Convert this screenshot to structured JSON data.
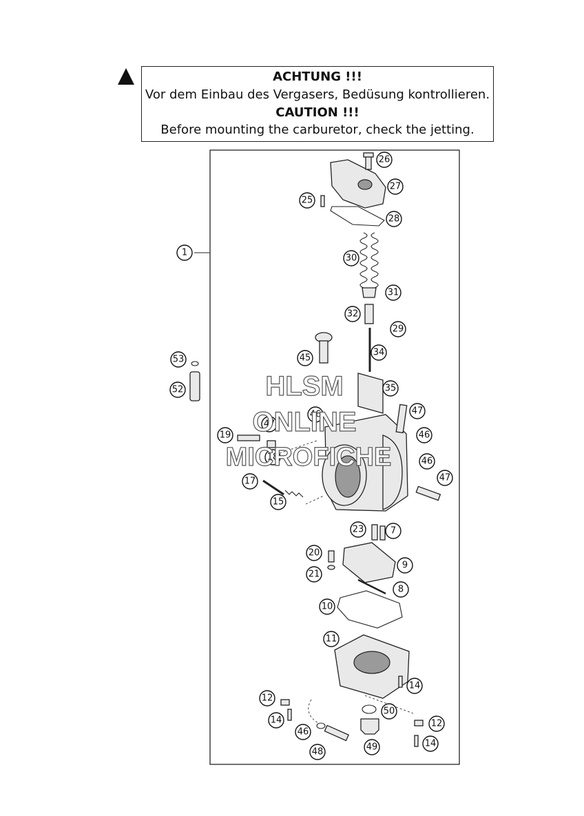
{
  "caution": {
    "line1": "ACHTUNG !!!",
    "line2": "Vor dem Einbau des Vergasers, Bedüsung kontrollieren.",
    "line3": "CAUTION !!!",
    "line4": "Before mounting the carburetor, check the jetting."
  },
  "watermark": {
    "line1": "HLSM",
    "line2": "ONLINE",
    "line3": "MICROFICHE"
  },
  "callouts": [
    "1",
    "26",
    "27",
    "25",
    "28",
    "30",
    "31",
    "32",
    "29",
    "34",
    "45",
    "53",
    "52",
    "35",
    "47",
    "46",
    "19",
    "18",
    "47",
    "46",
    "47",
    "17",
    "15",
    "23",
    "7",
    "20",
    "9",
    "21",
    "8",
    "10",
    "11",
    "14",
    "12",
    "50",
    "14",
    "12",
    "46",
    "48",
    "49",
    "14",
    "46"
  ]
}
